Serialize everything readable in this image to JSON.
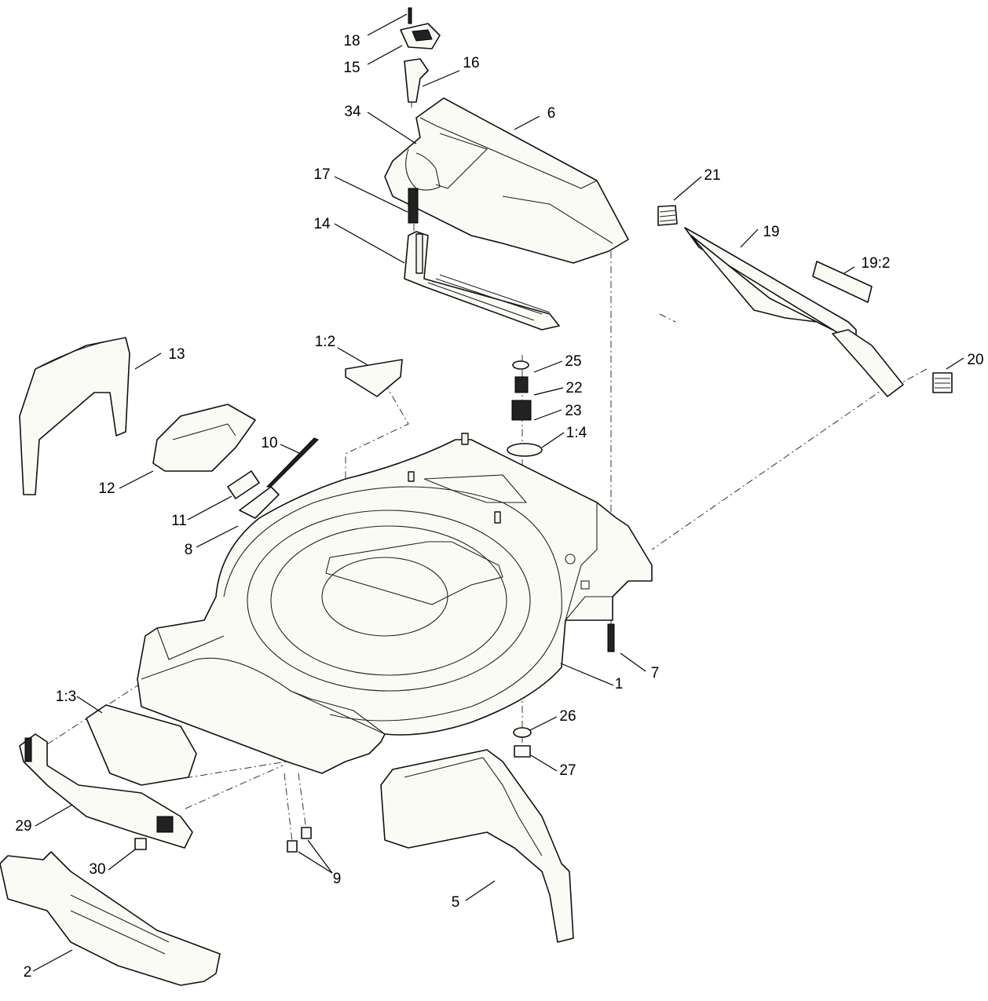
{
  "diagram": {
    "labels": [
      {
        "id": "18",
        "text": "18"
      },
      {
        "id": "15",
        "text": "15"
      },
      {
        "id": "16",
        "text": "16"
      },
      {
        "id": "34",
        "text": "34"
      },
      {
        "id": "6",
        "text": "6"
      },
      {
        "id": "17",
        "text": "17"
      },
      {
        "id": "14",
        "text": "14"
      },
      {
        "id": "21",
        "text": "21"
      },
      {
        "id": "19",
        "text": "19"
      },
      {
        "id": "19_2",
        "text": "19:2"
      },
      {
        "id": "20",
        "text": "20"
      },
      {
        "id": "13",
        "text": "13"
      },
      {
        "id": "1_2",
        "text": "1:2"
      },
      {
        "id": "25",
        "text": "25"
      },
      {
        "id": "22",
        "text": "22"
      },
      {
        "id": "23",
        "text": "23"
      },
      {
        "id": "1_4",
        "text": "1:4"
      },
      {
        "id": "10",
        "text": "10"
      },
      {
        "id": "12",
        "text": "12"
      },
      {
        "id": "11",
        "text": "11"
      },
      {
        "id": "8",
        "text": "8"
      },
      {
        "id": "7",
        "text": "7"
      },
      {
        "id": "1",
        "text": "1"
      },
      {
        "id": "1_3",
        "text": "1:3"
      },
      {
        "id": "26",
        "text": "26"
      },
      {
        "id": "27",
        "text": "27"
      },
      {
        "id": "29",
        "text": "29"
      },
      {
        "id": "30",
        "text": "30"
      },
      {
        "id": "9",
        "text": "9"
      },
      {
        "id": "5",
        "text": "5"
      },
      {
        "id": "2",
        "text": "2"
      }
    ]
  }
}
